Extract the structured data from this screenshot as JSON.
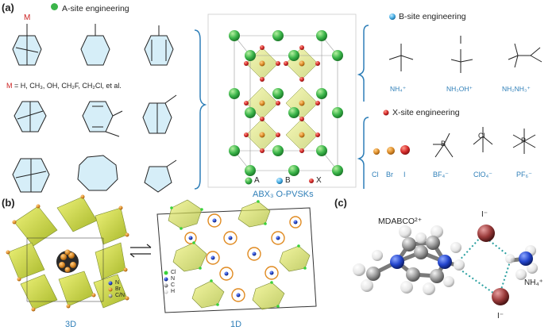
{
  "panels": {
    "a": "(a)",
    "b": "(b)",
    "c": "(c)"
  },
  "a": {
    "a_site_title": "A-site engineering",
    "m_label": "M",
    "m_def_prefix": "M",
    "m_def_rest": " = H, CH₃, OH, CH₂F, CH₂Cl, et al.",
    "b_site_title": "B-site engineering",
    "x_site_title": "X-site engineering",
    "cube_caption": "ABX₃ O-PVSKs",
    "legend": [
      {
        "label": "A",
        "color": "#3bb54a"
      },
      {
        "label": "B",
        "color": "#4fb3e8"
      },
      {
        "label": "X",
        "color": "#d62c2c"
      }
    ],
    "b_cations": [
      "NH₄⁺",
      "NH₃OH⁺",
      "NH₂NH₃⁺"
    ],
    "x_halides": [
      "Cl",
      "Br",
      "I"
    ],
    "x_halide_colors": [
      "#e8a040",
      "#d8703a",
      "#c82828"
    ],
    "x_anions": [
      "BF₄⁻",
      "ClO₄⁻",
      "PF₆⁻"
    ],
    "bf4_center": "B",
    "clo4_center": "Cl",
    "pf6_center": "P"
  },
  "b": {
    "label_3d": "3D",
    "label_1d": "1D",
    "legend_3d": [
      {
        "label": "N",
        "color": "#1a3fb0"
      },
      {
        "label": "Br",
        "color": "#e07820"
      },
      {
        "label": "C/N",
        "color": "#555555"
      }
    ],
    "legend_1d": [
      {
        "label": "Cl",
        "color": "#3ad23a"
      },
      {
        "label": "N",
        "color": "#1a3fb0"
      },
      {
        "label": "C",
        "color": "#8a8a8a"
      },
      {
        "label": "H",
        "color": "#e8e8e8"
      }
    ]
  },
  "c": {
    "molecule_label": "MDABCO²⁺",
    "iodide_top": "I⁻",
    "iodide_bottom": "I⁻",
    "ammonium": "NH₄⁺"
  }
}
